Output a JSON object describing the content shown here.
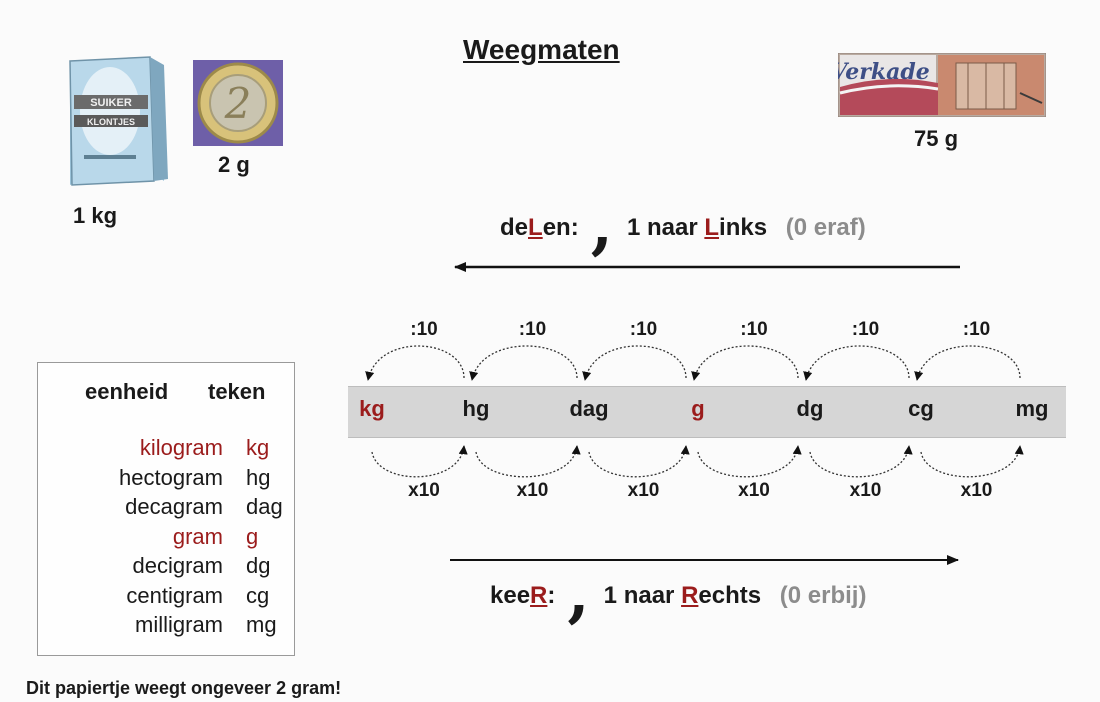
{
  "title": "Weegmaten",
  "pictures": {
    "sugar": {
      "line1": "SUIKER",
      "line2": "KLONTJES",
      "weight": "1 kg"
    },
    "coin": {
      "digit": "2",
      "weight": "2 g"
    },
    "chocolate": {
      "brand": "Verkade",
      "weight": "75 g"
    }
  },
  "rule_divide": {
    "word_pre": "de",
    "word_key": "L",
    "word_post": "en:",
    "comma": ",",
    "text_pre": "1 naar ",
    "text_key": "L",
    "text_post": "inks",
    "hint": "(0 eraf)"
  },
  "rule_multiply": {
    "word_pre": "kee",
    "word_key": "R",
    "word_post": ":",
    "comma": ",",
    "text_pre": "1 naar ",
    "text_key": "R",
    "text_post": "echts",
    "hint": "(0 erbij)"
  },
  "units": [
    "kg",
    "hg",
    "dag",
    "g",
    "dg",
    "cg",
    "mg"
  ],
  "divide_labels": [
    ":10",
    ":10",
    ":10",
    ":10",
    ":10",
    ":10"
  ],
  "multiply_labels": [
    "x10",
    "x10",
    "x10",
    "x10",
    "x10",
    "x10"
  ],
  "table": {
    "header_unit": "eenheid",
    "header_sign": "teken",
    "rows": [
      {
        "name": "kilogram",
        "sign": "kg"
      },
      {
        "name": "hectogram",
        "sign": "hg"
      },
      {
        "name": "decagram",
        "sign": "dag"
      },
      {
        "name": "gram",
        "sign": "g"
      },
      {
        "name": "decigram",
        "sign": "dg"
      },
      {
        "name": "centigram",
        "sign": "cg"
      },
      {
        "name": "milligram",
        "sign": "mg"
      }
    ]
  },
  "footer": "Dit papiertje weegt ongeveer 2 gram!",
  "colors": {
    "highlight": "#9b1c1c",
    "hint": "#8c8c8c",
    "strip": "#d6d6d6"
  }
}
